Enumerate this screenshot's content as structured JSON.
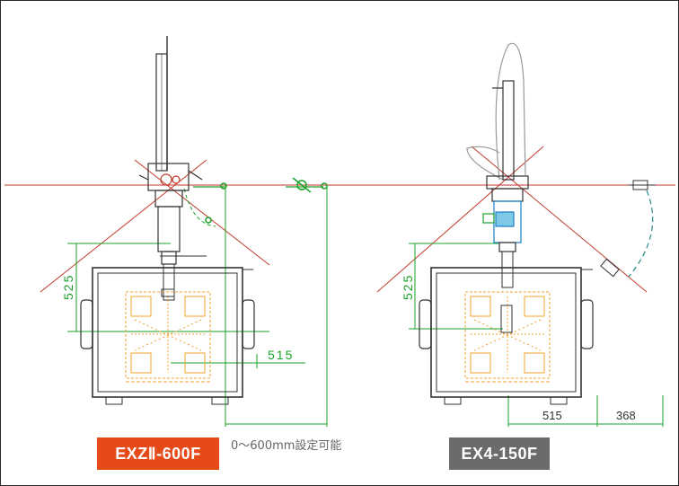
{
  "labels": {
    "left_model": "EXZⅡ-600F",
    "right_model": "EX4-150F",
    "note": "0〜600mm設定可能"
  },
  "dimensions": {
    "left_vertical": "525",
    "left_horizontal": "515",
    "right_vertical": "525",
    "right_horizontal_a": "515",
    "right_horizontal_b": "368"
  },
  "colors": {
    "label_left": "#e64a19",
    "label_right": "#6b6b6b",
    "dimension_green": "#1aa12a",
    "reference_red": "#c0392b",
    "pallet_orange": "#f0a030",
    "hose_teal": "#2a8a8a"
  }
}
